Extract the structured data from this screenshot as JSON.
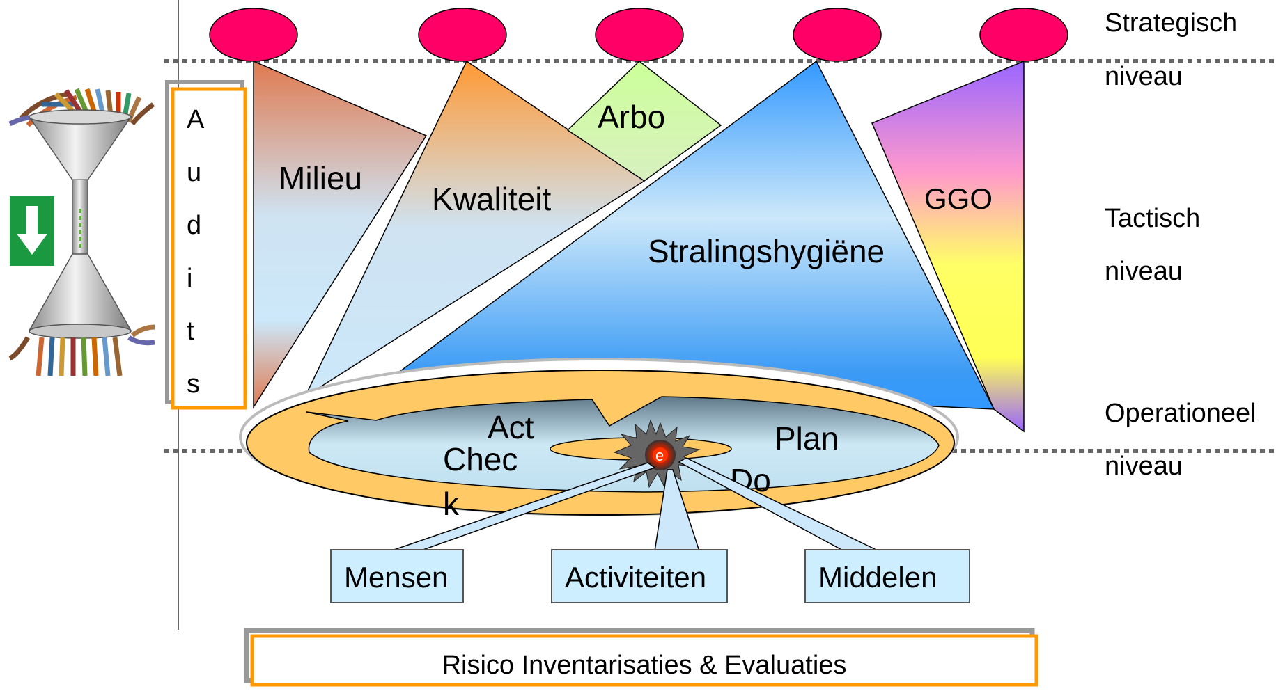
{
  "levels": {
    "strategic": [
      "Strategisch",
      "niveau"
    ],
    "tactical": [
      "Tactisch",
      "niveau"
    ],
    "operational": [
      "Operationeel",
      "niveau"
    ]
  },
  "audits": {
    "letters": [
      "A",
      "u",
      "d",
      "i",
      "t",
      "s"
    ]
  },
  "domains": {
    "milieu": "Milieu",
    "kwaliteit": "Kwaliteit",
    "arbo": "Arbo",
    "straling": "Stralingshygiëne",
    "ggo": "GGO"
  },
  "cycle": {
    "act": "Act",
    "check_1": "Chec",
    "check_2": "k",
    "plan": "Plan",
    "do": "Do",
    "center": "e"
  },
  "resources": {
    "mensen": "Mensen",
    "activiteiten": "Activiteiten",
    "middelen": "Middelen"
  },
  "footer": {
    "rie": "Risico Inventarisaties & Evaluaties"
  },
  "icons": [
    "funnel-cables-icon",
    "down-arrow-icon"
  ],
  "colors": {
    "ellipse_top": "#ff0066",
    "milieu": "#e07a50",
    "kwaliteit": "#ff9a33",
    "arbo": "#ccff99",
    "straling": "#3399ff",
    "ggo": "#9966ff",
    "orange_frame": "#ff9900",
    "plate": "#ffc966",
    "inner_plate": "#6d8898",
    "box_fill": "#cceeff",
    "arrow_green": "#1a9940"
  }
}
